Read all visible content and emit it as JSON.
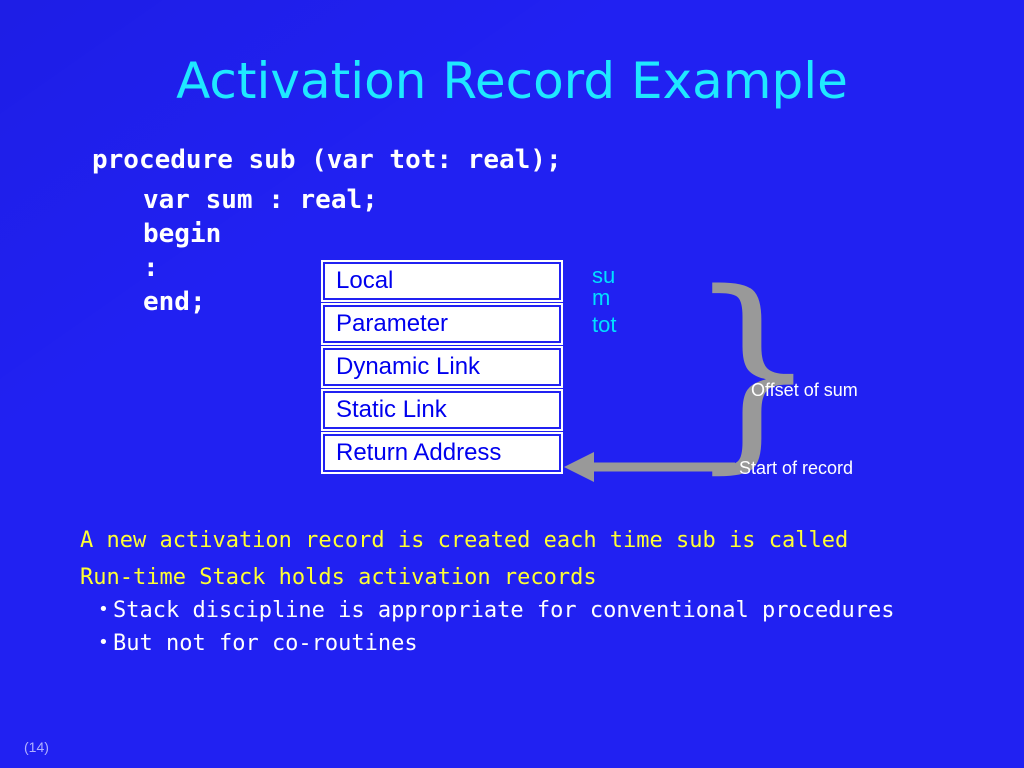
{
  "slide": {
    "title": "Activation Record Example",
    "code_lines": [
      "procedure sub (var tot: real);",
      "var sum : real;",
      "begin",
      ":",
      "end;"
    ],
    "record_fields": [
      "Local",
      "Parameter",
      "Dynamic Link",
      "Static Link",
      "Return Address"
    ],
    "var_labels": [
      "sum",
      "tot"
    ],
    "offset_label": "Offset of sum",
    "start_label": "Start of record",
    "statements": [
      "A new activation record is created each time sub is called",
      "Run-time Stack holds activation records"
    ],
    "bullets": [
      "Stack discipline is appropriate for conventional procedures",
      "But not for co-routines"
    ],
    "bullet_glyph": "•",
    "page_number": "(14)",
    "colors": {
      "background": "#2121f2",
      "title": "#1fe8ff",
      "code": "#ffffff",
      "box_text": "#0000ee",
      "statements": "#ffff33",
      "arrow": "#999999"
    }
  }
}
